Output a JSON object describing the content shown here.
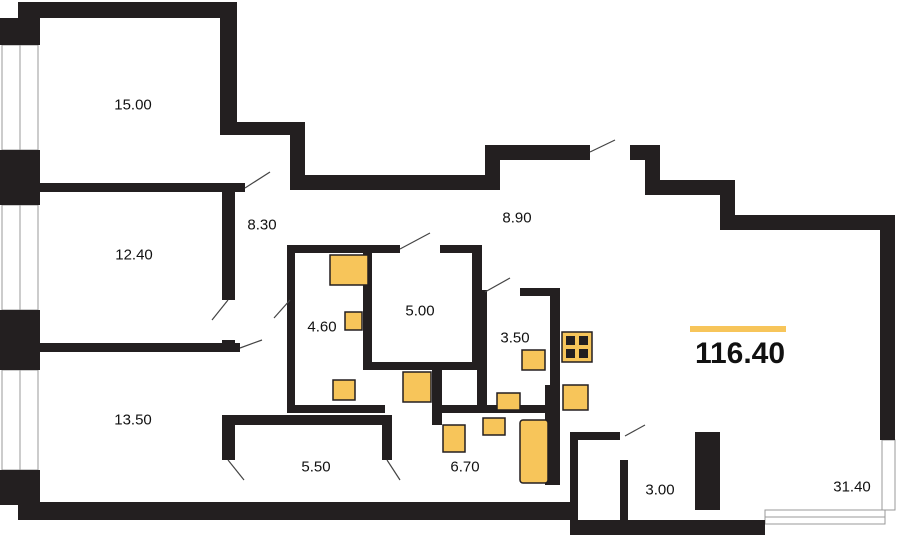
{
  "colors": {
    "wall": "#231f20",
    "fixture": "#f7c55a",
    "accent": "#f7c55a"
  },
  "total_area": "116.40",
  "rooms": [
    {
      "id": "bedroom-1",
      "area": "15.00"
    },
    {
      "id": "bedroom-2",
      "area": "12.40"
    },
    {
      "id": "hall",
      "area": "8.30"
    },
    {
      "id": "corridor",
      "area": "8.90"
    },
    {
      "id": "bathroom-1",
      "area": "4.60"
    },
    {
      "id": "storage",
      "area": "5.00"
    },
    {
      "id": "bathroom-2",
      "area": "3.50"
    },
    {
      "id": "bedroom-3",
      "area": "13.50"
    },
    {
      "id": "wardrobe",
      "area": "5.50"
    },
    {
      "id": "bathroom-3",
      "area": "6.70"
    },
    {
      "id": "balcony",
      "area": "3.00"
    },
    {
      "id": "kitchen-living",
      "area": "31.40"
    }
  ]
}
